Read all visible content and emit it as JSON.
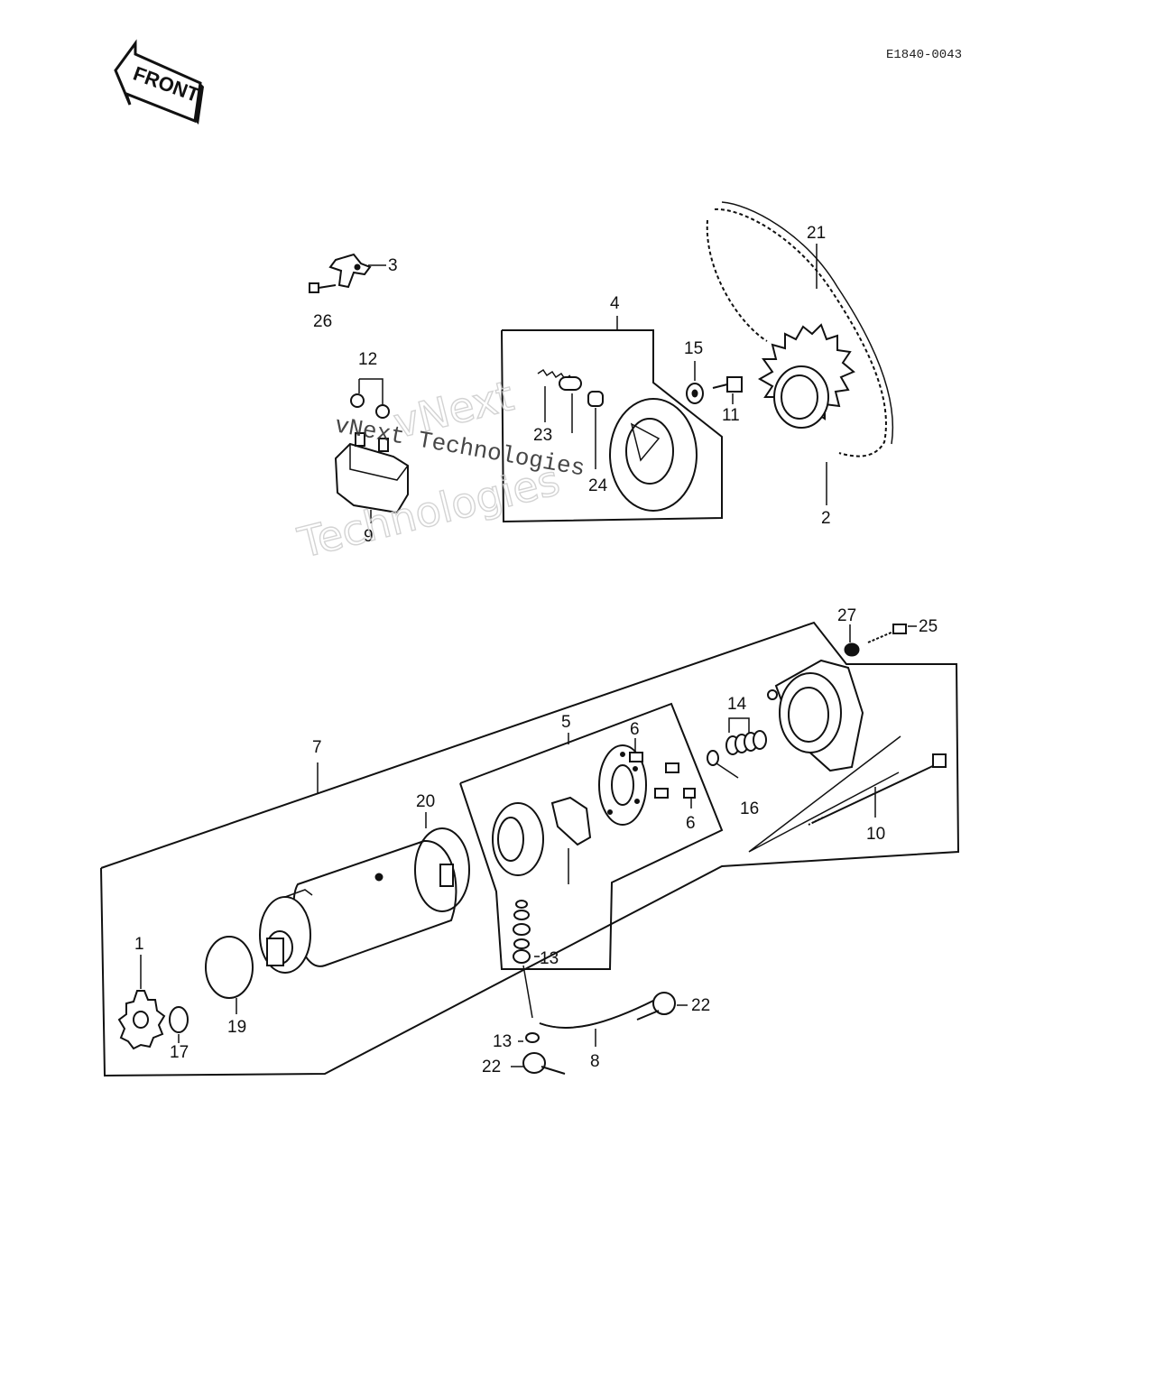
{
  "document_id": "E1840-0043",
  "front_arrow_label": "FRONT",
  "watermark": {
    "line1": "vNext",
    "line2": "Technologies",
    "overlay": "vNext Technologies"
  },
  "callouts": {
    "1": "1",
    "2": "2",
    "3": "3",
    "4": "4",
    "5": "5",
    "6a": "6",
    "6b": "6",
    "7": "7",
    "8": "8",
    "9": "9",
    "10": "10",
    "11": "11",
    "12": "12",
    "13a": "13",
    "13b": "13",
    "14": "14",
    "15": "15",
    "16": "16",
    "17": "17",
    "19": "19",
    "20": "20",
    "21": "21",
    "22a": "22",
    "22b": "22",
    "23": "23",
    "24": "24",
    "25": "25",
    "26": "26",
    "27": "27"
  }
}
